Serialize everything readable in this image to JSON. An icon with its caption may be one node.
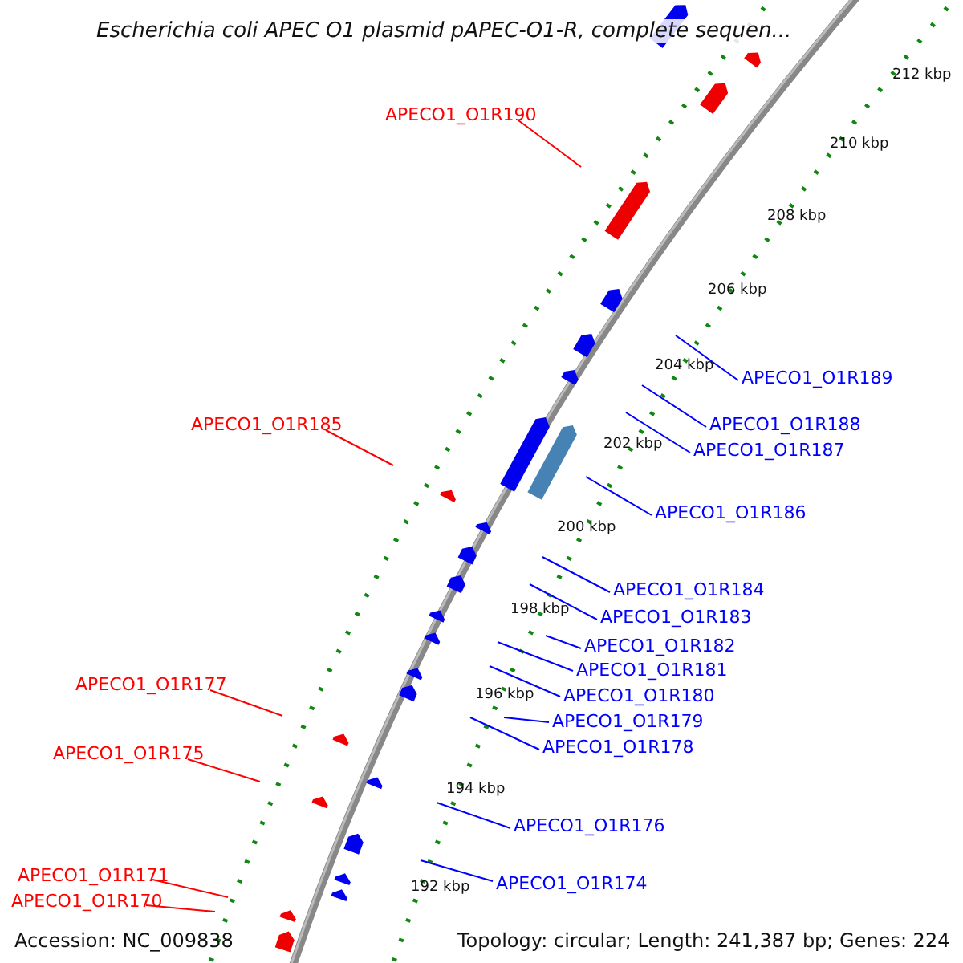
{
  "diagram": {
    "title": "Escherichia coli APEC O1 plasmid pAPEC-O1-R, complete sequen...",
    "nodes": [
      {
        "text": [
          "APECO1_O1R190"
        ]
      },
      {
        "text": [
          "APECO1_O1R189"
        ]
      },
      {
        "text": [
          "APECO1_O1R188"
        ]
      },
      {
        "text": [
          "APECO1_O1R185"
        ]
      },
      {
        "text": [
          "APECO1_O1R187"
        ]
      },
      {
        "text": [
          "APECO1_O1R186"
        ]
      },
      {
        "text": [
          "APECO1_O1R184"
        ]
      },
      {
        "text": [
          "APECO1_O1R183"
        ]
      },
      {
        "text": [
          "APECO1_O1R182"
        ]
      },
      {
        "text": [
          "APECO1_O1R181"
        ]
      },
      {
        "text": [
          "APECO1_O1R180"
        ]
      },
      {
        "text": [
          "APECO1_O1R177"
        ]
      },
      {
        "text": [
          "APECO1_O1R179"
        ]
      },
      {
        "text": [
          "APECO1_O1R178"
        ]
      },
      {
        "text": [
          "APECO1_O1R175"
        ]
      },
      {
        "text": [
          "APECO1_O1R176"
        ]
      },
      {
        "text": [
          "APECO1_O1R171"
        ]
      },
      {
        "text": [
          "APECO1_O1R174"
        ]
      },
      {
        "text": [
          "APECO1_O1R170"
        ]
      }
    ],
    "edges": [
      {
        "from": 0,
        "to": null,
        "arrow": "none",
        "color": "#ff0000"
      },
      {
        "from": 1,
        "to": null,
        "arrow": "none"
      },
      {
        "from": 2,
        "to": null,
        "arrow": "none"
      },
      {
        "from": 3,
        "to": null,
        "arrow": "none",
        "color": "#ff0000"
      },
      {
        "from": 4,
        "to": null,
        "arrow": "none"
      },
      {
        "from": 5,
        "to": null,
        "arrow": "none"
      },
      {
        "from": 6,
        "to": null,
        "arrow": "none"
      },
      {
        "from": 7,
        "to": null,
        "arrow": "none"
      },
      {
        "from": 8,
        "to": null,
        "arrow": "none"
      },
      {
        "from": 9,
        "to": null,
        "arrow": "none"
      },
      {
        "from": 10,
        "to": null,
        "arrow": "none"
      },
      {
        "from": 11,
        "to": null,
        "arrow": "none",
        "color": "#ff0000"
      },
      {
        "from": 12,
        "to": null,
        "arrow": "none"
      },
      {
        "from": 13,
        "to": null,
        "arrow": "none"
      },
      {
        "from": 14,
        "to": null,
        "arrow": "none",
        "color": "#ff0000"
      },
      {
        "from": 15,
        "to": null,
        "arrow": "none"
      },
      {
        "from": 16,
        "to": null,
        "arrow": "none",
        "color": "#ff0000"
      },
      {
        "from": 17,
        "to": null,
        "arrow": "none"
      },
      {
        "from": 18,
        "to": null,
        "arrow": "none",
        "color": "#ff0000"
      }
    ],
    "labels": [
      "212 kbp",
      "210 kbp",
      "208 kbp",
      "206 kbp",
      "204 kbp",
      "202 kbp",
      "200 kbp",
      "198 kbp",
      "196 kbp",
      "194 kbp",
      "192 kbp",
      "Accession: NC_009838",
      "Topology: circular; Length: 241,387 bp; Genes: 224"
    ]
  }
}
